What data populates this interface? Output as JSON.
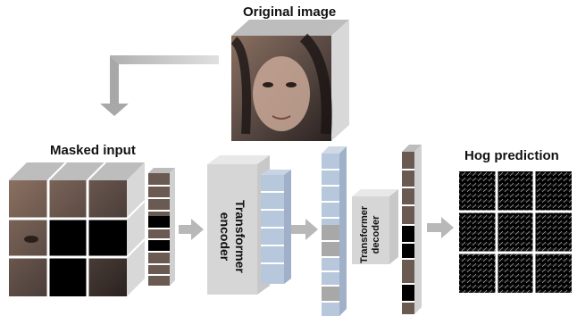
{
  "diagram": {
    "original_label": "Original image",
    "masked_label": "Masked input",
    "encoder_label": "Transformer encoder",
    "decoder_label": "Transformer decoder",
    "hog_label": "Hog prediction",
    "colors": {
      "block_face": "#d8d8d8",
      "token_blue": "#b8c8dc",
      "token_gray": "#a8a8a8",
      "arrow": "#b8b8b8",
      "mask": "#000000"
    }
  }
}
